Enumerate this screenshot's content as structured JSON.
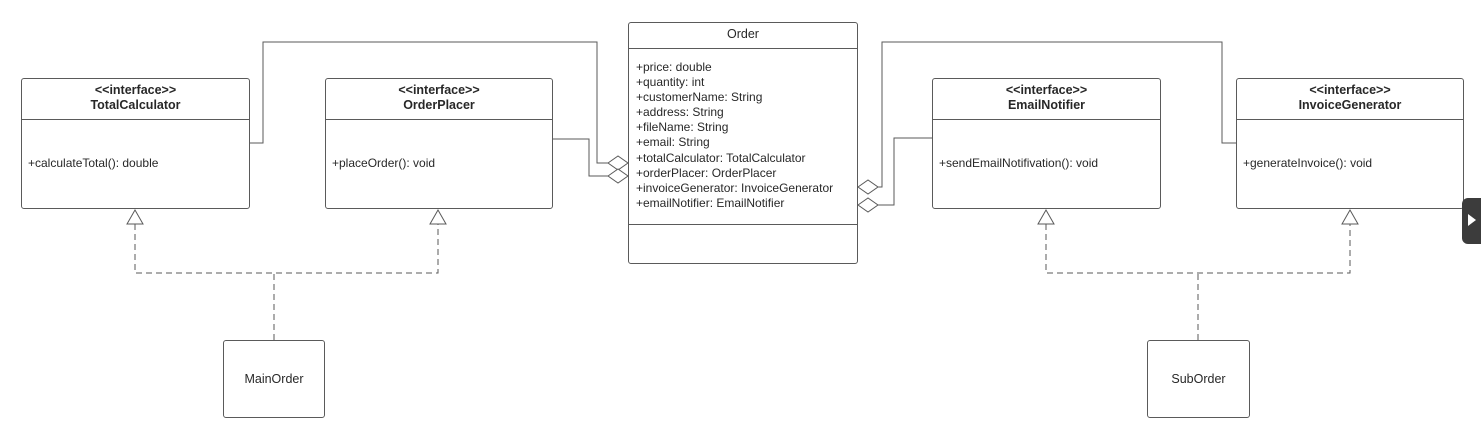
{
  "classes": {
    "order": {
      "name": "Order",
      "attributes": [
        "+price: double",
        "+quantity: int",
        "+customerName: String",
        "+address: String",
        "+fileName: String",
        "+email: String",
        "+totalCalculator: TotalCalculator",
        "+orderPlacer: OrderPlacer",
        "+invoiceGenerator: InvoiceGenerator",
        "+emailNotifier: EmailNotifier"
      ]
    },
    "total_calculator": {
      "stereotype": "<<interface>>",
      "name": "TotalCalculator",
      "operation": "+calculateTotal(): double"
    },
    "order_placer": {
      "stereotype": "<<interface>>",
      "name": "OrderPlacer",
      "operation": "+placeOrder(): void"
    },
    "email_notifier": {
      "stereotype": "<<interface>>",
      "name": "EmailNotifier",
      "operation": "+sendEmailNotifivation(): void"
    },
    "invoice_generator": {
      "stereotype": "<<interface>>",
      "name": "InvoiceGenerator",
      "operation": "+generateInvoice(): void"
    },
    "main_order": {
      "name": "MainOrder"
    },
    "sub_order": {
      "name": "SubOrder"
    }
  },
  "colors": {
    "line": "#5a5a5a",
    "text": "#282828",
    "tab": "#3c3c3c"
  },
  "icons": {
    "side_tab": "play-arrow-icon"
  }
}
